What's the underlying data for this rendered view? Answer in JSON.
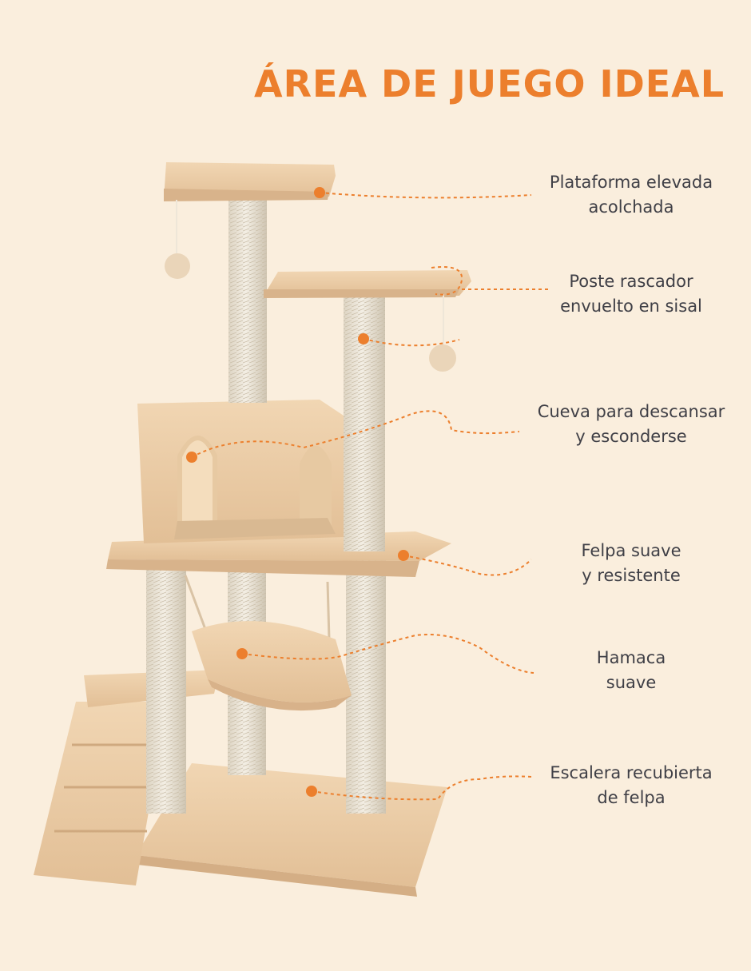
{
  "title": "ÁREA DE JUEGO IDEAL",
  "accent_color": "#ec7f2d",
  "text_color": "#3f3f46",
  "background_color": "#faeedd",
  "callouts": [
    {
      "line1": "Plataforma elevada",
      "line2": "acolchada"
    },
    {
      "line1": "Poste rascador",
      "line2": "envuelto en sisal"
    },
    {
      "line1": "Cueva para descansar",
      "line2": "y esconderse"
    },
    {
      "line1": "Felpa suave",
      "line2": "y resistente"
    },
    {
      "line1": "Hamaca",
      "line2": "suave"
    },
    {
      "line1": "Escalera recubierta",
      "line2": "de felpa"
    }
  ]
}
